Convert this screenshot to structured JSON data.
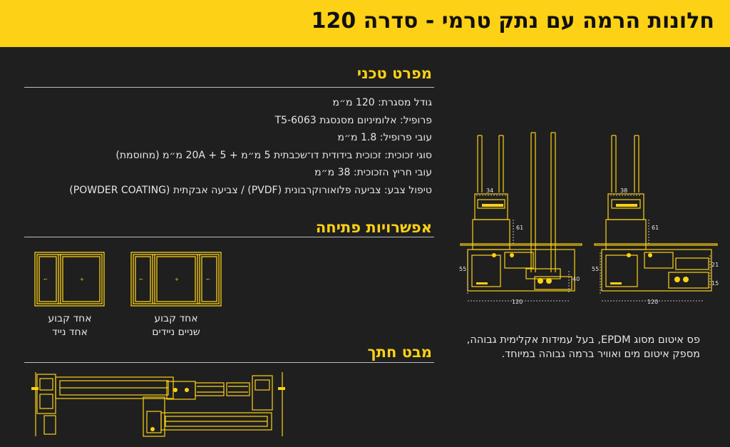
{
  "header": {
    "title": "חלונות הרמה עם נתק טרמי - סדרה 120"
  },
  "spec": {
    "title": "מפרט טכני",
    "lines": [
      "גודל מסגרת: 120 מ״מ",
      "פרופיל: אלומיניום מסנסגת 6063-T5",
      "עובי פרופיל: 1.8 מ״מ",
      "סוגי זכוכית: זכוכית בידודית דו־שכבתית 5 מ״מ + 20A + 5 מ״מ (מחוסמת)",
      "עובי חריץ הזכוכית: 38 מ״מ",
      "טיפול צבע: צביעה פלואורוקרבונית (PVDF) / צביעה אבקתית (POWDER COATING)"
    ]
  },
  "opening": {
    "title": "אפשרויות פתיחה",
    "options": [
      {
        "line1": "אחד קבוע",
        "line2": "אחד נייד"
      },
      {
        "line1": "אחד קבוע",
        "line2": "שניים ניידים"
      }
    ]
  },
  "section_view": {
    "title": "מבט חתך"
  },
  "drawing_dims": {
    "left": {
      "top": "34",
      "height": "61",
      "side": "55",
      "bottom_h": "40",
      "width": "120"
    },
    "right": {
      "top": "38",
      "height": "61",
      "side": "55",
      "r1": "21",
      "r2": "15",
      "width": "120"
    }
  },
  "note": {
    "line1": "פס איטום מסוג EPDM, בעל עמידות אקלימית גבוהה,",
    "line2": "מספק איטום מים ואוויר ברמה גבוהה במיוחד."
  },
  "colors": {
    "accent": "#fcd116",
    "background": "#1f1f1f",
    "text": "#e6e6e6"
  }
}
